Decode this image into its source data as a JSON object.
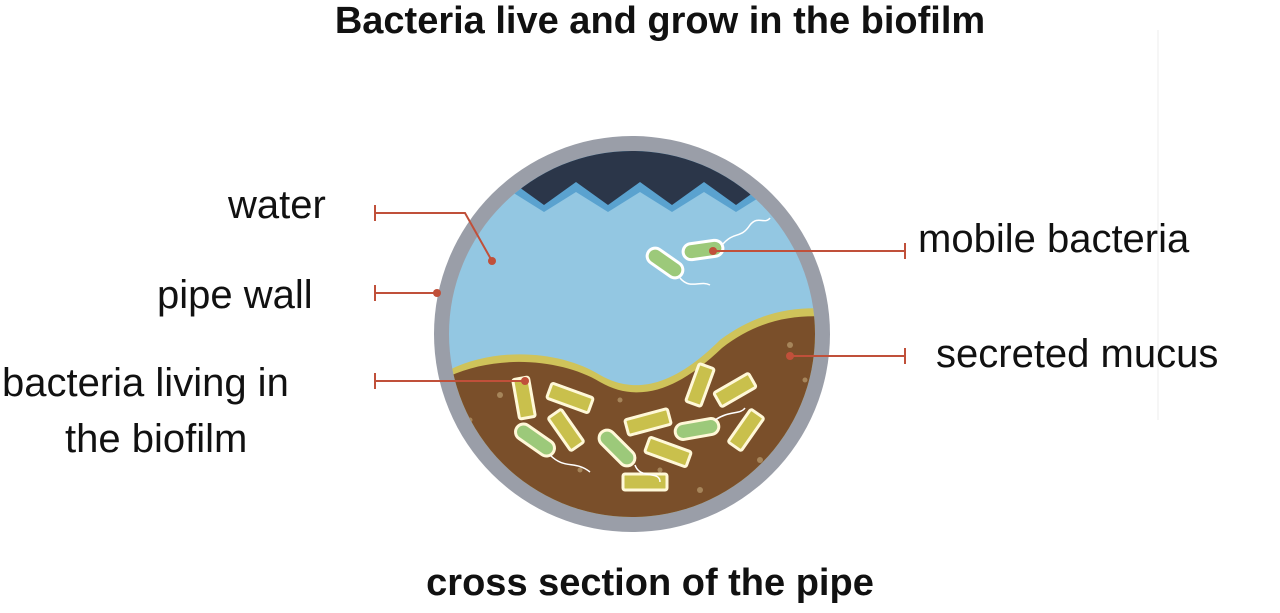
{
  "title": "Bacteria live and grow in the biofilm",
  "caption": "cross section of the pipe",
  "labels": {
    "water": "water",
    "pipe_wall": "pipe wall",
    "bacteria_living_line1": "bacteria living in",
    "bacteria_living_line2": "the biofilm",
    "mobile_bacteria": "mobile bacteria",
    "secreted_mucus": "secreted mucus"
  },
  "colors": {
    "pipe_wall": "#9a9ea8",
    "water": "#93c7e2",
    "air": "#2b3649",
    "biofilm": "#7a4f2a",
    "film_edge": "#cfc35a",
    "leader": "#c0503a",
    "bacteria_rod": "#c9c04c",
    "bacteria_green": "#9cc97a"
  }
}
